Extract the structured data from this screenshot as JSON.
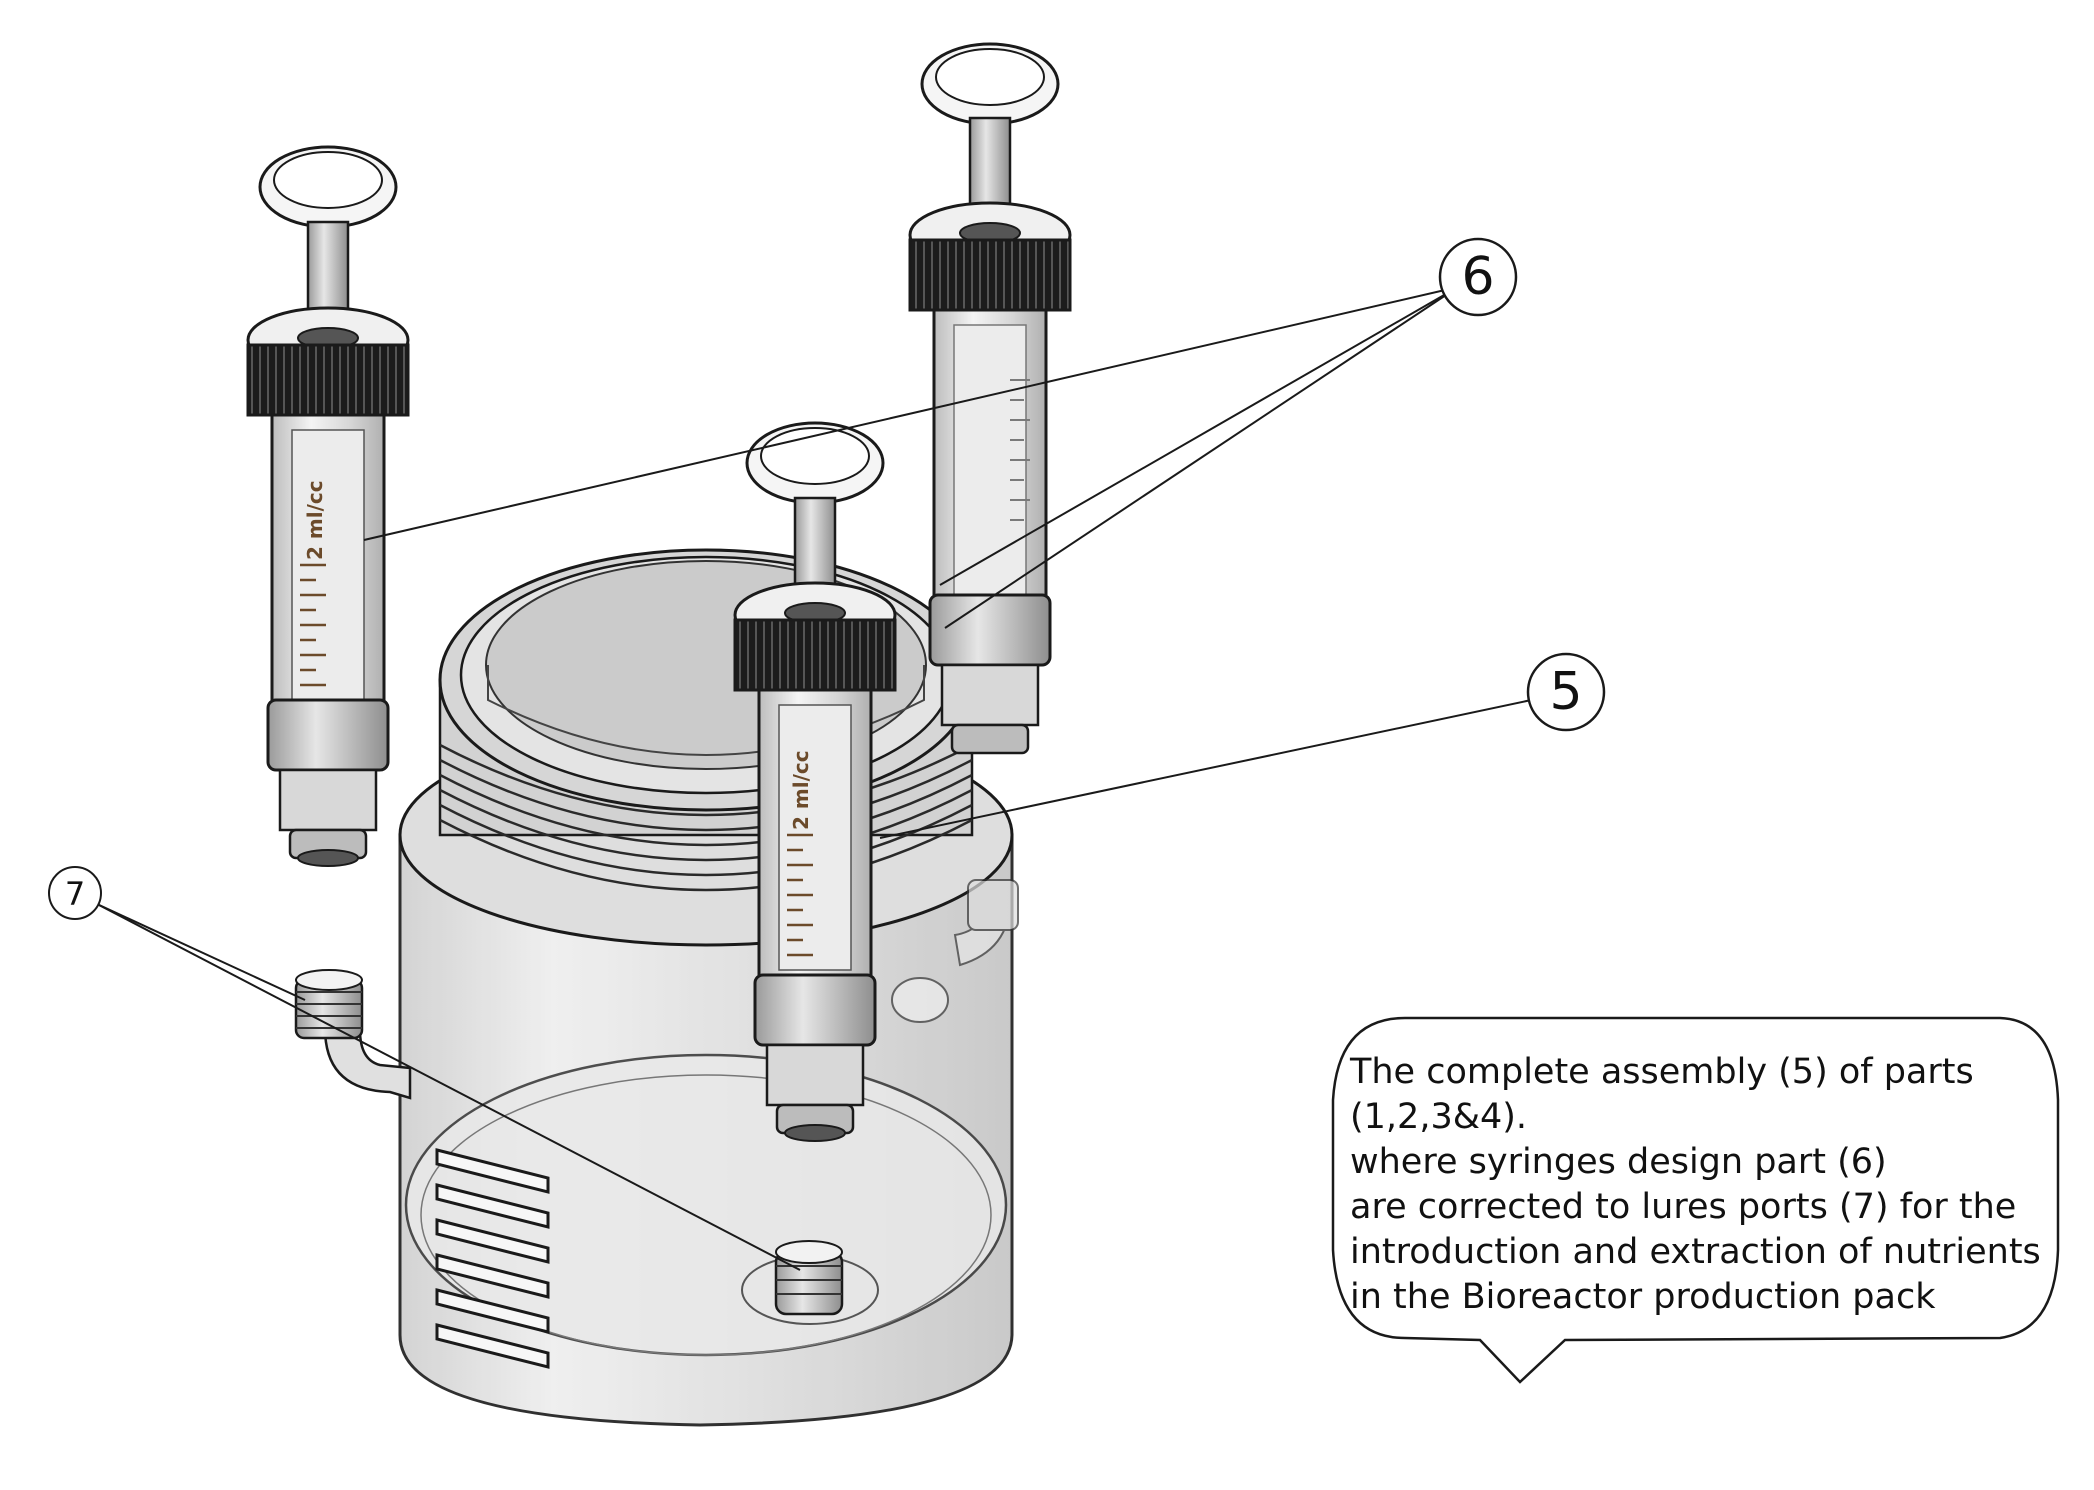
{
  "labels": {
    "six": "6",
    "five": "5",
    "seven": "7"
  },
  "callout": {
    "lines": [
      "The complete assembly (5) of parts",
      "(1,2,3&4).",
      "where syringes design part (6)",
      "are corrected to lures ports (7) for the",
      "introduction and extraction of nutrients",
      "in the Bioreactor production pack"
    ]
  },
  "syringe_scale_label": "2 ml/cc",
  "colors": {
    "line": "#1a1a1a",
    "glass": "#e2e2e2",
    "cap_dark": "#1c1c1c",
    "white": "#ffffff"
  }
}
